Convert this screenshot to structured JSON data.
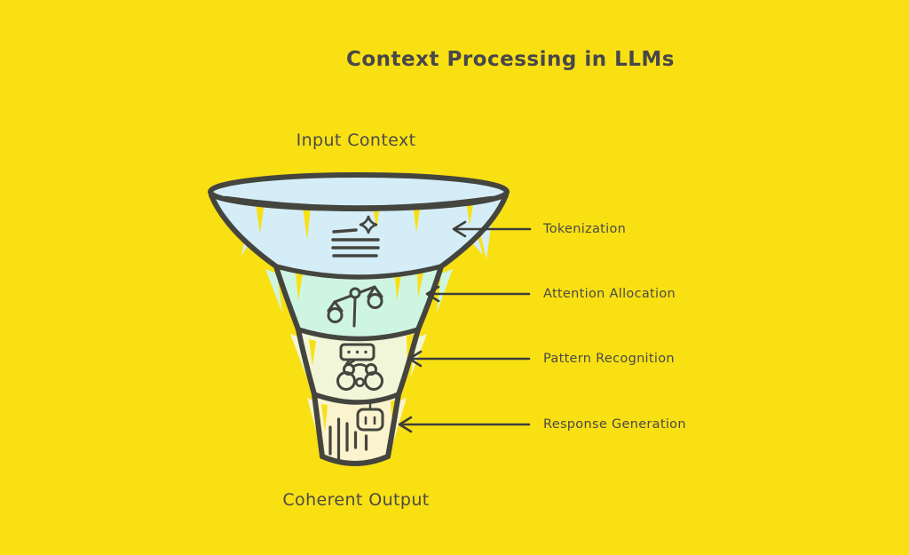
{
  "title": "Context Processing in LLMs",
  "funnel": {
    "input_label": "Input Context",
    "output_label": "Coherent Output",
    "stages": [
      {
        "label": "Tokenization",
        "icon": "text-sparkle-icon",
        "fill_color": "#D4EDF7"
      },
      {
        "label": "Attention Allocation",
        "icon": "balance-scale-icon",
        "fill_color": "#CEF5E2"
      },
      {
        "label": "Pattern Recognition",
        "icon": "binoculars-speech-icon",
        "fill_color": "#F0F6D7"
      },
      {
        "label": "Response Generation",
        "icon": "robot-signal-icon",
        "fill_color": "#FAF3CE"
      }
    ]
  },
  "colors": {
    "background": "#F9E013",
    "outline": "#45453F",
    "text": "#4A4A46",
    "title_text": "#47474B",
    "connector": "#3E3E39"
  }
}
